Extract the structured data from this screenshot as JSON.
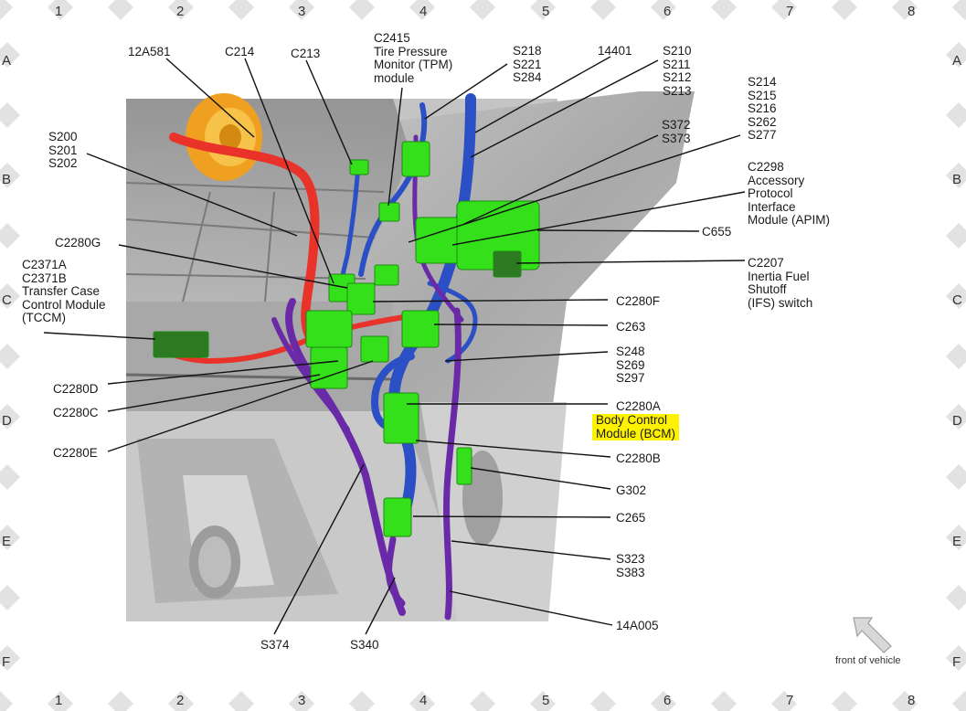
{
  "grid": {
    "columns": [
      "1",
      "2",
      "3",
      "4",
      "5",
      "6",
      "7",
      "8"
    ],
    "rows": [
      "A",
      "B",
      "C",
      "D",
      "E",
      "F"
    ]
  },
  "labels": {
    "12A581": "12A581",
    "C214": "C214",
    "C213": "C213",
    "C2415": "C2415\nTire Pressure\nMonitor (TPM)\nmodule",
    "S218": "S218\nS221\nS284",
    "14401": "14401",
    "S210": "S210\nS211\nS212\nS213",
    "S214": "S214\nS215\nS216\nS262\nS277",
    "S372": "S372\nS373",
    "C2298": "C2298\nAccessory\nProtocol\nInterface\nModule (APIM)",
    "S200": "S200\nS201\nS202",
    "C655": "C655",
    "C2280G": "C2280G",
    "C2207": "C2207\nInertia Fuel\nShutoff\n(IFS) switch",
    "C2371A": "C2371A\nC2371B\nTransfer Case\nControl Module\n(TCCM)",
    "C2280F": "C2280F",
    "C263": "C263",
    "S248": "S248\nS269\nS297",
    "C2280D": "C2280D",
    "C2280A": "C2280A",
    "BCM": "Body Control\nModule (BCM)",
    "C2280C": "C2280C",
    "C2280E": "C2280E",
    "C2280B": "C2280B",
    "G302": "G302",
    "C265": "C265",
    "S323": "S323\nS383",
    "14A005": "14A005",
    "S374": "S374",
    "S340": "S340",
    "front_of_vehicle": "front of vehicle"
  },
  "colors": {
    "harness_red": "#e8322a",
    "harness_blue": "#2b4fc4",
    "harness_purple": "#6a2aa8",
    "connector_green": "#33e01a",
    "highlight": "#fff200",
    "body_gray": "#b8b8b8"
  },
  "icons": {
    "front_arrow": "front-of-vehicle-arrow-icon"
  }
}
